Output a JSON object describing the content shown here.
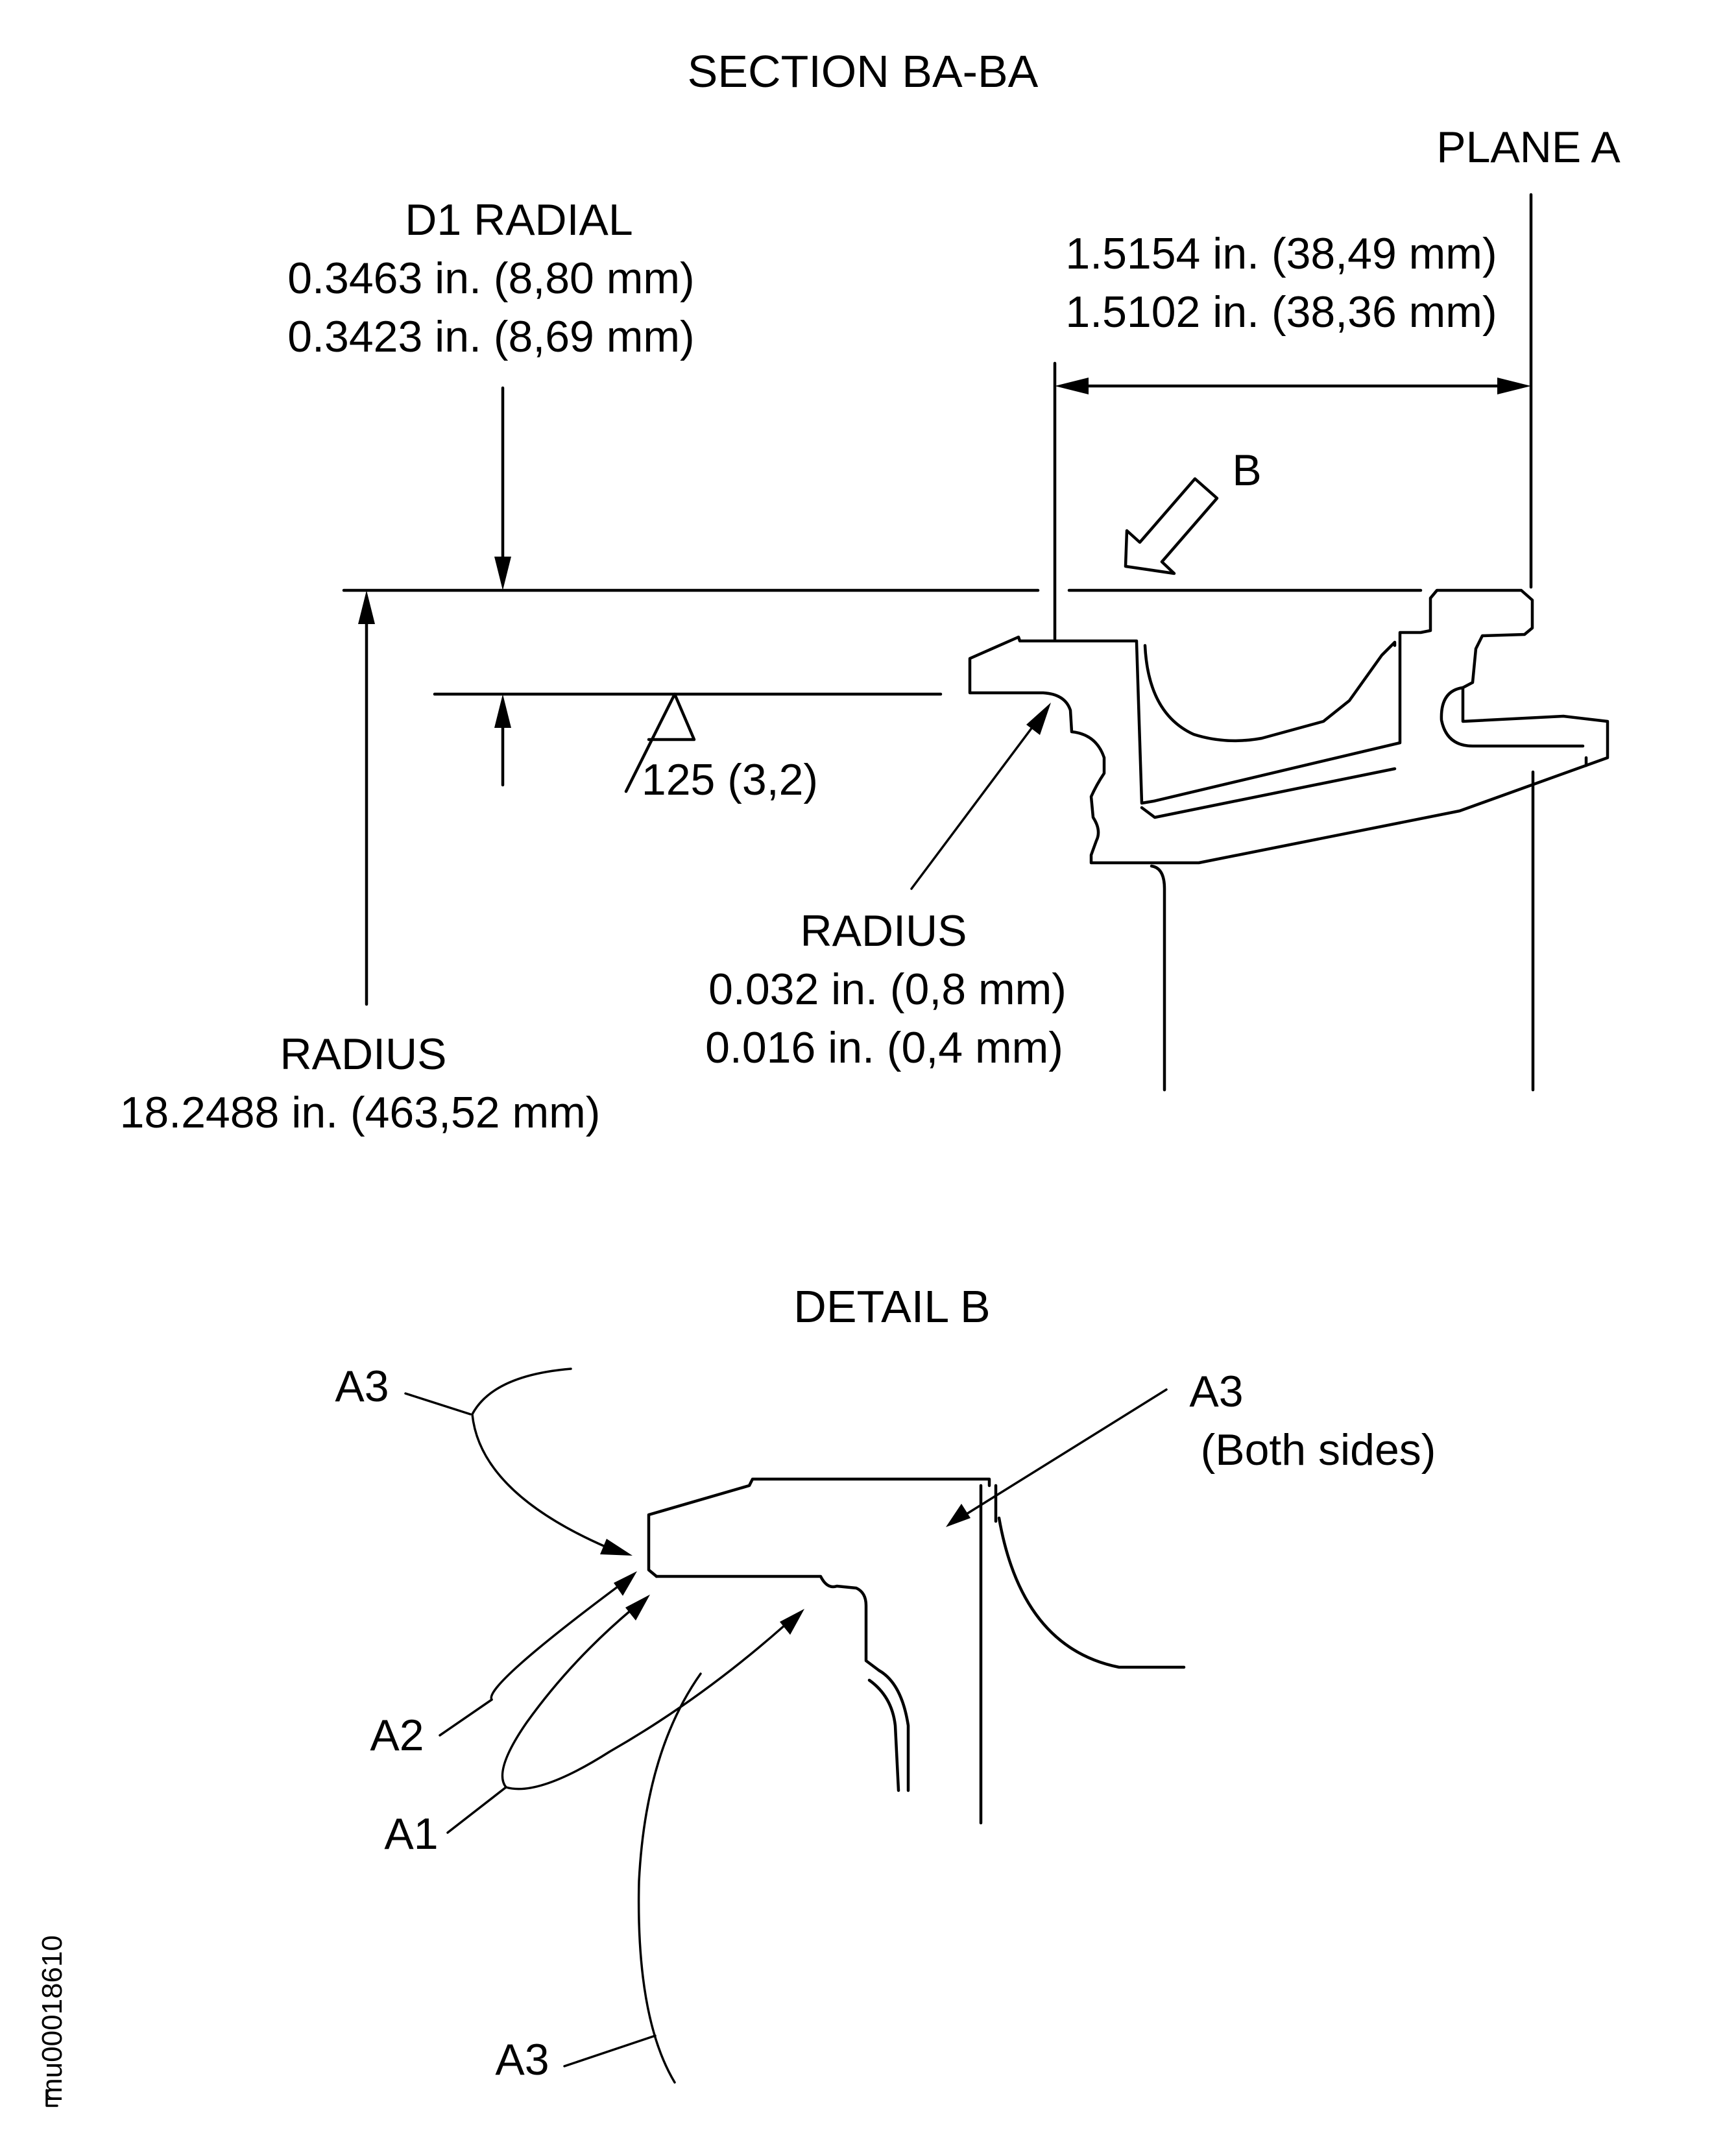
{
  "section": {
    "title": "SECTION BA-BA",
    "plane_label": "PLANE A",
    "d1": {
      "label": "D1 RADIAL",
      "max": "0.3463 in. (8,80 mm)",
      "min": "0.3423 in. (8,69 mm)"
    },
    "axial": {
      "max": "1.5154 in. (38,49 mm)",
      "min": "1.5102 in. (38,36 mm)"
    },
    "view_label": "B",
    "finish": "125 (3,2)",
    "fillet": {
      "label": "RADIUS",
      "max": "0.032 in. (0,8 mm)",
      "min": "0.016 in. (0,4 mm)"
    },
    "radius": {
      "label": "RADIUS",
      "value": "18.2488 in. (463,52 mm)"
    }
  },
  "detail": {
    "title": "DETAIL B",
    "callouts": {
      "a3_top_left": "A3",
      "a3_right": "A3",
      "a3_right_note": "(Both sides)",
      "a2": "A2",
      "a1": "A1",
      "a3_bottom": "A3"
    }
  },
  "figure_id": "mu00018610"
}
